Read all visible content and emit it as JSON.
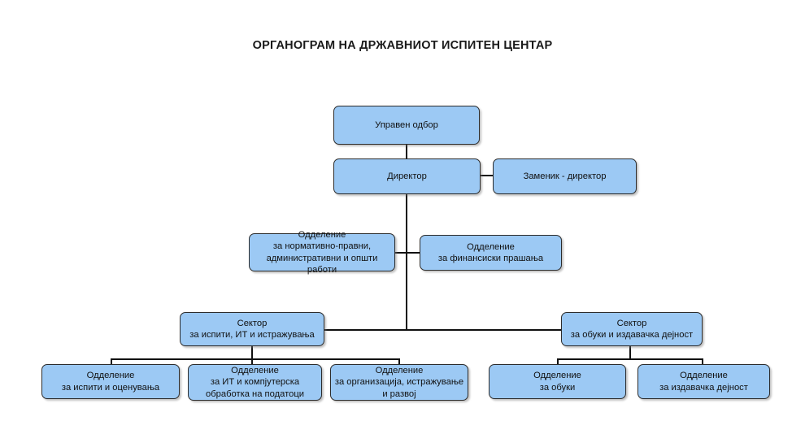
{
  "title": "ОРГАНОГРАМ НА ДРЖАВНИОТ ИСПИТЕН ЦЕНТАР",
  "colors": {
    "node_fill": "#9CC9F4",
    "node_border": "#2c2c2c",
    "connector": "#111111",
    "text": "#111111",
    "background": "#ffffff"
  },
  "nodes": {
    "managing_board": "Управен одбор",
    "director": "Директор",
    "deputy_director": "Заменик - директор",
    "dept_legal": "Одделение\nза нормативно-правни,\nадминистративни и општи работи",
    "dept_finance": "Одделение\nза финансиски прашања",
    "sector_exams": "Сектор\nза испити, ИТ и истражувања",
    "sector_training": "Сектор\nза обуки и издавачка дејност",
    "dept_exams_assessment": "Одделение\nза испити и оценувања",
    "dept_it_data": "Одделение\nза ИТ и компјутерска\nобработка на податоци",
    "dept_org_research": "Одделение\nза организација, истражување\nи развој",
    "dept_training": "Одделение\nза обуки",
    "dept_publishing": "Одделение\nза издавачка дејност"
  }
}
